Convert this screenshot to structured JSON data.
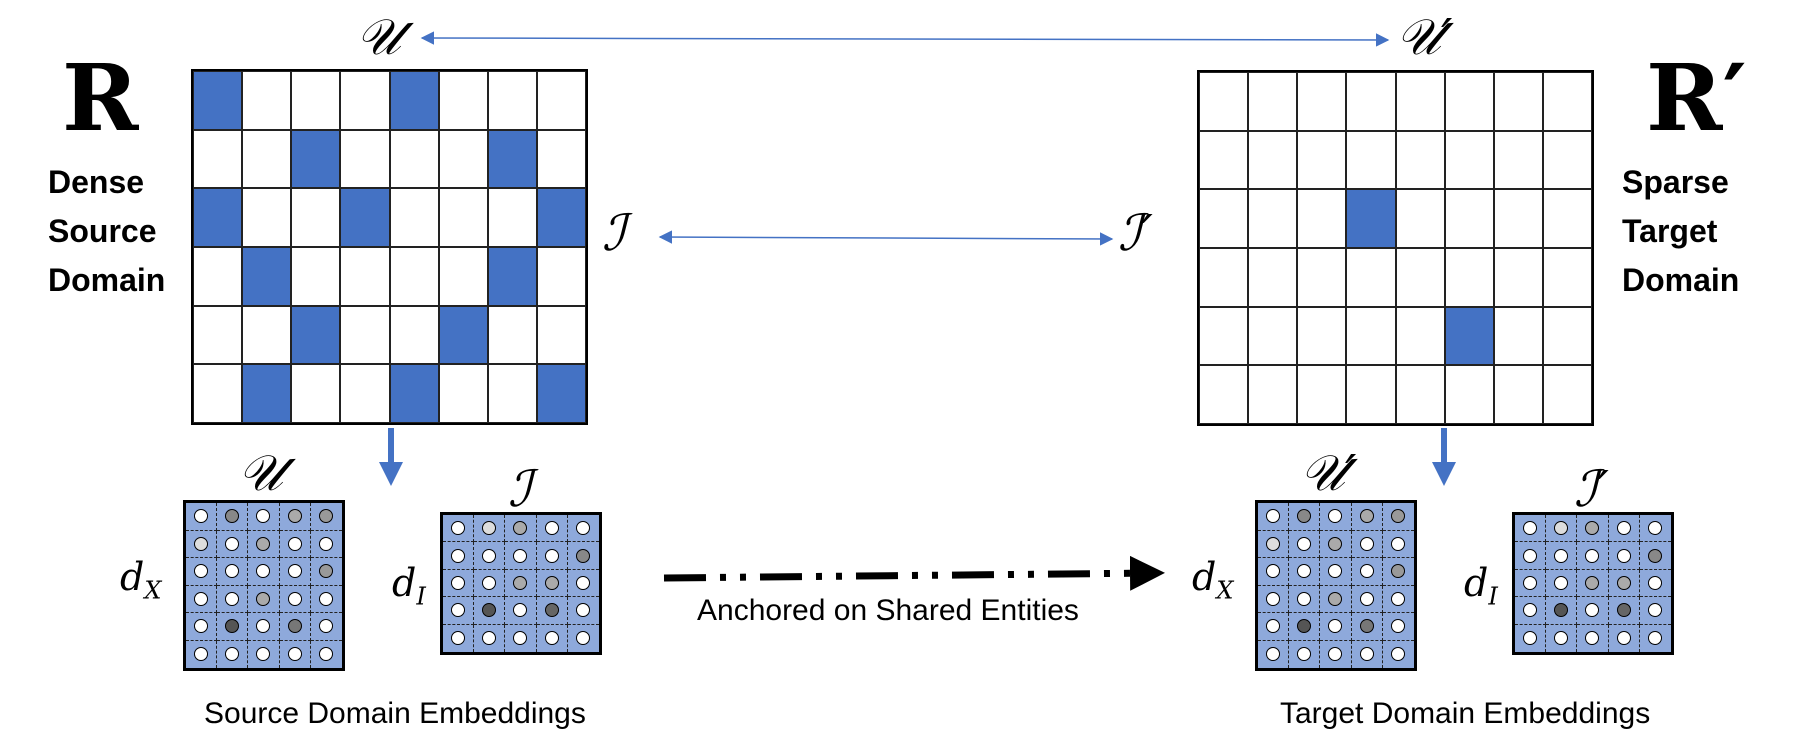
{
  "source": {
    "label": "R",
    "domain_lines": [
      "Dense",
      "Source",
      "Domain"
    ],
    "user_symbol": "𝒰",
    "item_symbol": "ℐ",
    "matrix": [
      [
        1,
        0,
        0,
        0,
        1,
        0,
        0,
        0
      ],
      [
        0,
        0,
        1,
        0,
        0,
        0,
        1,
        0
      ],
      [
        1,
        0,
        0,
        1,
        0,
        0,
        0,
        1
      ],
      [
        0,
        1,
        0,
        0,
        0,
        0,
        1,
        0
      ],
      [
        0,
        0,
        1,
        0,
        0,
        1,
        0,
        0
      ],
      [
        0,
        1,
        0,
        0,
        1,
        0,
        0,
        1
      ]
    ],
    "embeddings_caption": "Source Domain Embeddings"
  },
  "target": {
    "label": "R′",
    "domain_lines": [
      "Sparse",
      "Target",
      "Domain"
    ],
    "user_symbol": "𝒰′",
    "item_symbol": "ℐ′",
    "matrix": [
      [
        0,
        0,
        0,
        0,
        0,
        0,
        0,
        0
      ],
      [
        0,
        0,
        0,
        0,
        0,
        0,
        0,
        0
      ],
      [
        0,
        0,
        0,
        1,
        0,
        0,
        0,
        0
      ],
      [
        0,
        0,
        0,
        0,
        0,
        0,
        0,
        0
      ],
      [
        0,
        0,
        0,
        0,
        0,
        1,
        0,
        0
      ],
      [
        0,
        0,
        0,
        0,
        0,
        0,
        0,
        0
      ]
    ],
    "embeddings_caption": "Target Domain Embeddings"
  },
  "dim_user": {
    "base": "d",
    "sub": "X"
  },
  "dim_item": {
    "base": "d",
    "sub": "I"
  },
  "anchor_label": "Anchored on Shared Entities",
  "embedding_shades": {
    "user": [
      [
        "#ffffff",
        "#888888",
        "#ffffff",
        "#aaaaaa",
        "#999999"
      ],
      [
        "#dddddd",
        "#ffffff",
        "#aaaaaa",
        "#ffffff",
        "#ffffff"
      ],
      [
        "#ffffff",
        "#ffffff",
        "#ffffff",
        "#ffffff",
        "#999999"
      ],
      [
        "#ffffff",
        "#ffffff",
        "#aaaaaa",
        "#ffffff",
        "#ffffff"
      ],
      [
        "#ffffff",
        "#555555",
        "#ffffff",
        "#777777",
        "#ffffff"
      ],
      [
        "#ffffff",
        "#ffffff",
        "#ffffff",
        "#ffffff",
        "#ffffff"
      ]
    ],
    "item": [
      [
        "#ffffff",
        "#dddddd",
        "#aaaaaa",
        "#ffffff",
        "#ffffff"
      ],
      [
        "#ffffff",
        "#ffffff",
        "#ffffff",
        "#ffffff",
        "#888888"
      ],
      [
        "#ffffff",
        "#ffffff",
        "#aaaaaa",
        "#aaaaaa",
        "#ffffff"
      ],
      [
        "#ffffff",
        "#555555",
        "#ffffff",
        "#666666",
        "#ffffff"
      ],
      [
        "#ffffff",
        "#ffffff",
        "#ffffff",
        "#ffffff",
        "#ffffff"
      ]
    ]
  },
  "colors": {
    "filled_cell": "#4472C4",
    "embedding_bg": "#8EA9DB",
    "link_arrow": "#4472C4"
  }
}
